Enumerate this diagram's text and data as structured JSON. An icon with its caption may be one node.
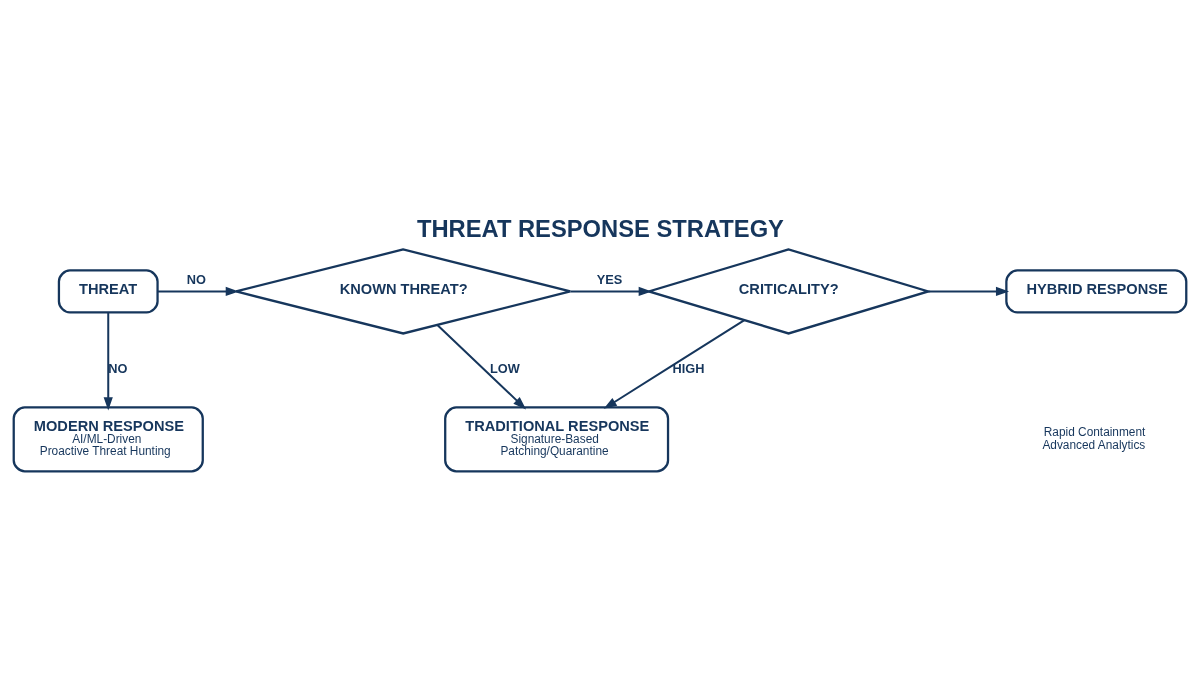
{
  "diagram": {
    "title": "THREAT RESPONSE STRATEGY",
    "nodes": [
      {
        "text": [
          "THREAT"
        ]
      },
      {
        "text": [
          "KNOWN THREAT?"
        ]
      },
      {
        "text": [
          "CRITICALITY?"
        ]
      },
      {
        "text": [
          "HYBRID RESPONSE"
        ],
        "beside": [
          "Rapid Containment",
          "Advanced Analytics"
        ]
      },
      {
        "text": [
          "MODERN RESPONSE",
          "AI/ML-Driven",
          "Proactive Threat Hunting"
        ]
      },
      {
        "text": [
          "TRADITIONAL RESPONSE",
          "Signature-Based",
          "Patching/Quarantine"
        ]
      }
    ],
    "edges": [
      {
        "from": 0,
        "to": 1,
        "arrow": "to",
        "label": "NO"
      },
      {
        "from": 1,
        "to": 2,
        "arrow": "to",
        "label": "YES"
      },
      {
        "from": 2,
        "to": 3,
        "arrow": "to"
      },
      {
        "from": 0,
        "to": 4,
        "arrow": "to",
        "label": "NO"
      },
      {
        "from": 1,
        "to": 5,
        "arrow": "to",
        "label": "LOW"
      },
      {
        "from": 2,
        "to": 5,
        "arrow": "to",
        "label": "HIGH"
      }
    ]
  }
}
